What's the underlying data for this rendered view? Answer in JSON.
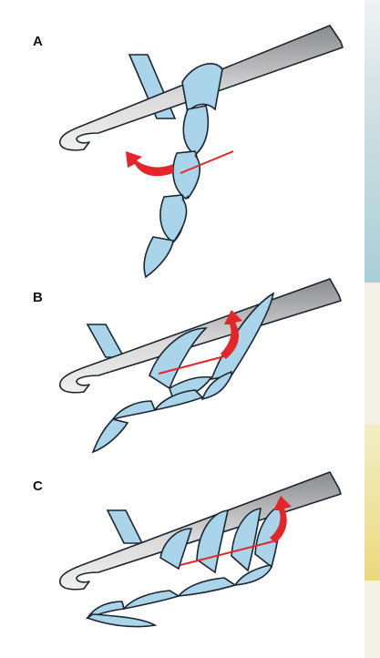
{
  "figure": {
    "panels": [
      {
        "label": "A"
      },
      {
        "label": "B"
      },
      {
        "label": "C"
      }
    ]
  },
  "colors": {
    "yarn_fill": "#a9d4ea",
    "yarn_stroke": "#1b2630",
    "hook_dark": "#6d6e71",
    "hook_light": "#e6e6e6",
    "arrow": "#e4262b",
    "page": "#ffffff"
  },
  "icons": {
    "hook": "crochet-hook-icon",
    "arrow": "curved-arrow-icon"
  }
}
